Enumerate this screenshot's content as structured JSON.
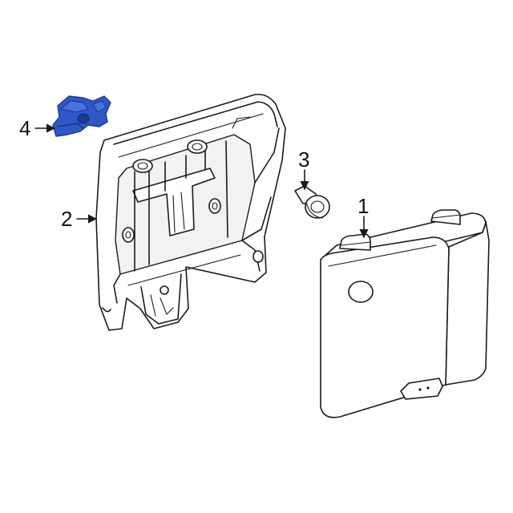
{
  "callouts": {
    "part_1": "1",
    "part_2": "2",
    "part_3": "3",
    "part_4": "4"
  },
  "colors": {
    "highlight": "#2f57c7",
    "highlight_dark": "#1c3a93",
    "line": "#1a1a1a"
  }
}
